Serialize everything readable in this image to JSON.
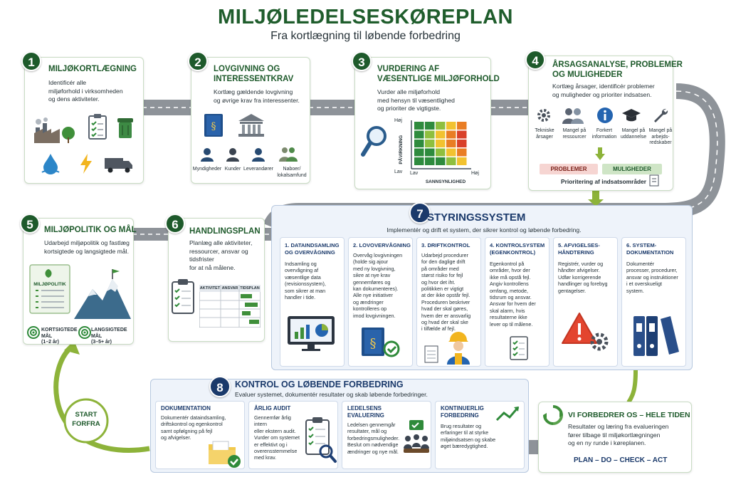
{
  "header": {
    "title": "MILJØLEDELSESKØREPLAN",
    "subtitle": "Fra kortlægning til løbende forbedring"
  },
  "colors": {
    "dark_green": "#1e5a2b",
    "navy": "#1b3a6b",
    "road": "#8e9399",
    "light_green": "#c9dcc4"
  },
  "steps": [
    {
      "num": "1",
      "title": "MILJØKORTLÆGNING",
      "desc": [
        "Identificér alle",
        "miljøforhold i virksomheden",
        "og dens aktiviteter."
      ],
      "icons": [
        "factory-icon",
        "checklist-icon",
        "bin-icon",
        "water-icon",
        "lightning-icon",
        "truck-icon"
      ]
    },
    {
      "num": "2",
      "title": [
        "LOVGIVNING OG",
        "INTERESSENTKRAV"
      ],
      "desc": [
        "Kortlæg gældende lovgivning",
        "og øvrige krav fra interessenter."
      ],
      "people": [
        "Myndigheder",
        "Kunder",
        "Leverandører",
        "Naboer/\nlokalsamfund"
      ]
    },
    {
      "num": "3",
      "title": [
        "VURDERING AF",
        "VÆSENTLIGE MILJØFORHOLD"
      ],
      "desc": [
        "Vurder alle miljøforhold",
        "med hensyn til væsentlighed",
        "og prioriter de vigtigste."
      ],
      "matrix": {
        "y_label": "PÅVIRKNING",
        "y_high": "Høj",
        "y_low": "Lav",
        "x_low": "Lav",
        "x_high": "Høj",
        "x_label": "SANNSYNLIGHED"
      }
    },
    {
      "num": "4",
      "title": [
        "ÅRSAGSANALYSE, PROBLEMER",
        "OG MULIGHEDER"
      ],
      "desc": [
        "Kortlæg årsager, identificér problemer",
        "og muligheder og prioriter indsatsen."
      ],
      "causes": [
        "Tekniske\nårsager",
        "Mangel på\nressourcer",
        "Forkert\ninformation",
        "Mangel på\nuddannelse",
        "Mangel på\narbejds-\nredskaber"
      ],
      "problems": "PROBLEMER",
      "opportunities": "MULIGHEDER",
      "priority": "Prioritering af indsatsområder"
    },
    {
      "num": "5",
      "title": "MILJØPOLITIK OG MÅL",
      "desc": [
        "Udarbejd miljøpolitik og fastlæg",
        "kortsigtede og langsigtede mål."
      ],
      "doc_label": "MILJØPOLITIK",
      "short_goal": [
        "KORTSIGTEDE MÅL",
        "(1–2 år)"
      ],
      "long_goal": [
        "LANGSIGTEDE MÅL",
        "(3–5+ år)"
      ]
    },
    {
      "num": "6",
      "title": "HANDLINGSPLAN",
      "desc": [
        "Planlæg alle aktiviteter,",
        "ressourcer, ansvar og tidsfrister",
        "for at nå målene."
      ],
      "gantt_cols": [
        "AKTIVITET",
        "ANSVAR",
        "TIDSPLAN"
      ]
    }
  ],
  "system": {
    "num": "7",
    "title": "STYRINGSSYSTEM",
    "desc": "Implementér og drift et system, der sikrer kontrol og løbende forbedring.",
    "columns": [
      {
        "title": [
          "1. DATAINDSAMLING",
          "OG OVERVÅGNING"
        ],
        "desc": [
          "Indsamling og",
          "overvågning af",
          "væsentlige data",
          "(revisionssystem),",
          "som sikrer at man",
          "handler i tide."
        ]
      },
      {
        "title": [
          "2. LOVOVERVÅGNING"
        ],
        "desc": [
          "Overvåg lovgivningen",
          "(holde sig ajour",
          "med ny lovgivning,",
          "sikre at nye krav",
          "gennemføres og",
          "kan dokumenteres).",
          "Alle nye initiativer",
          "og ændringer",
          "kontrolleres op",
          "imod lovgivningen."
        ]
      },
      {
        "title": [
          "3. DRIFTKONTROL"
        ],
        "desc": [
          "Udarbejd procedurer",
          "for den daglige drift",
          "på områder med",
          "størst risiko for fejl",
          "og hvor det iht.",
          "politikken er vigtigt",
          "at der ikke opstår fejl.",
          "Proceduren beskriver",
          "hvad der skal gøres,",
          "hvem der er ansvarlig",
          "og hvad der skal ske",
          "i tilfælde af fejl."
        ]
      },
      {
        "title": [
          "4. KONTROLSYSTEM",
          "(EGENKONTROL)"
        ],
        "desc": [
          "Egenkontrol på",
          "områder, hvor der",
          "ikke må opstå fejl.",
          "Angiv kontrollens",
          "omfang, metode,",
          "tidsrum og ansvar.",
          "Ansvar for hvem der",
          "skal alarm, hvis",
          "resultaterne ikke",
          "lever op til målene."
        ]
      },
      {
        "title": [
          "5. AFVIGELSES-",
          "HÅNDTERING"
        ],
        "desc": [
          "Registrér, vurder og",
          "håndter afvigelser.",
          "Udfør korrigerende",
          "handlinger og forebyg",
          "gentagelser."
        ]
      },
      {
        "title": [
          "6. SYSTEM-",
          "DOKUMENTATION"
        ],
        "desc": [
          "Dokumentér",
          "processer, procedurer,",
          "ansvar og instruktioner",
          "i et overskueligt",
          "system."
        ]
      }
    ]
  },
  "control": {
    "num": "8",
    "title": "KONTROL OG LØBENDE FORBEDRING",
    "desc": "Evaluer systemet, dokumentér resultater og skab løbende forbedringer.",
    "columns": [
      {
        "title": [
          "DOKUMENTATION"
        ],
        "desc": [
          "Dokumentér dataindsamling,",
          "driftskontrol og egenkontrol",
          "samt opfølgning på fejl",
          "og afvigelser."
        ]
      },
      {
        "title": [
          "ÅRLIG AUDIT"
        ],
        "desc": [
          "Gennemfør årlig intern",
          "eller ekstern audit.",
          "Vurder om systemet",
          "er effektivt og i",
          "overensstemmelse",
          "med krav."
        ]
      },
      {
        "title": [
          "LEDELSENS",
          "EVALUERING"
        ],
        "desc": [
          "Ledelsen gennemgår",
          "resultater, mål og",
          "forbedringsmuligheder.",
          "Beslut om nødvendige",
          "ændringer og nye mål."
        ]
      },
      {
        "title": [
          "KONTINUERLIG",
          "FORBEDRING"
        ],
        "desc": [
          "Brug resultater og",
          "erfaringer til at styrke",
          "miljøindsatsen og skabe",
          "øget bæredygtighed."
        ]
      }
    ]
  },
  "improve": {
    "title": "VI FORBEDRER OS – HELE TIDEN",
    "desc": [
      "Resultater og læring fra evalueringen",
      "fører tilbage til miljøkortlægningen",
      "og en ny runde i køreplanen."
    ],
    "pdca": "PLAN – DO – CHECK – ACT"
  },
  "start": {
    "line1": "START",
    "line2": "FORFRA"
  }
}
